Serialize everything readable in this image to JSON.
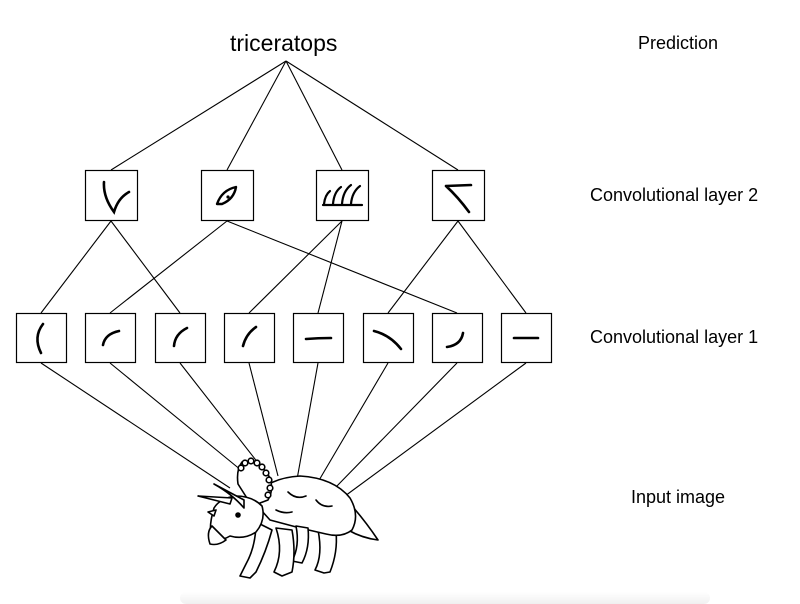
{
  "prediction": {
    "text": "triceratops"
  },
  "labels": {
    "prediction": "Prediction",
    "layer2": "Convolutional layer 2",
    "layer1": "Convolutional layer 1",
    "input": "Input image"
  },
  "layer2_features": [
    {
      "name": "l2-feature-curve-v"
    },
    {
      "name": "l2-feature-eye"
    },
    {
      "name": "l2-feature-frill-spikes"
    },
    {
      "name": "l2-feature-horn"
    }
  ],
  "layer1_features": [
    {
      "name": "l1-feature-left-arc"
    },
    {
      "name": "l1-feature-short-curve"
    },
    {
      "name": "l1-feature-slant-curve"
    },
    {
      "name": "l1-feature-slant-line"
    },
    {
      "name": "l1-feature-horizontal-line"
    },
    {
      "name": "l1-feature-diagonal-line"
    },
    {
      "name": "l1-feature-hook-curve"
    },
    {
      "name": "l1-feature-short-horizontal"
    }
  ],
  "input_image": {
    "subject": "triceratops-drawing"
  },
  "colors": {
    "stroke": "#000000",
    "background": "#ffffff"
  }
}
